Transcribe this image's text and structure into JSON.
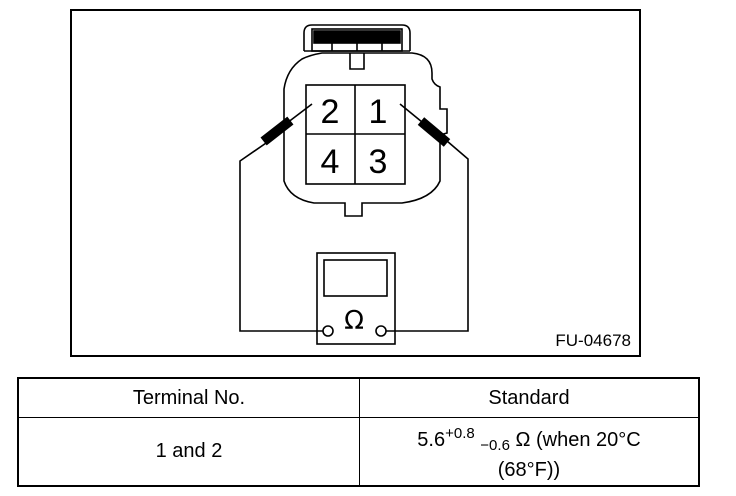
{
  "diagram": {
    "figure_code": "FU-04678",
    "pins": {
      "p1": "1",
      "p2": "2",
      "p3": "3",
      "p4": "4"
    },
    "meter_symbol": "Ω"
  },
  "spec_table": {
    "headers": {
      "terminal": "Terminal No.",
      "standard": "Standard"
    },
    "row": {
      "terminal": "1 and 2",
      "nominal": "5.6",
      "tol_plus": "+0.8",
      "tol_minus": "−0.6",
      "unit_text": " Ω (when 20°C",
      "line2": "(68°F))"
    }
  }
}
